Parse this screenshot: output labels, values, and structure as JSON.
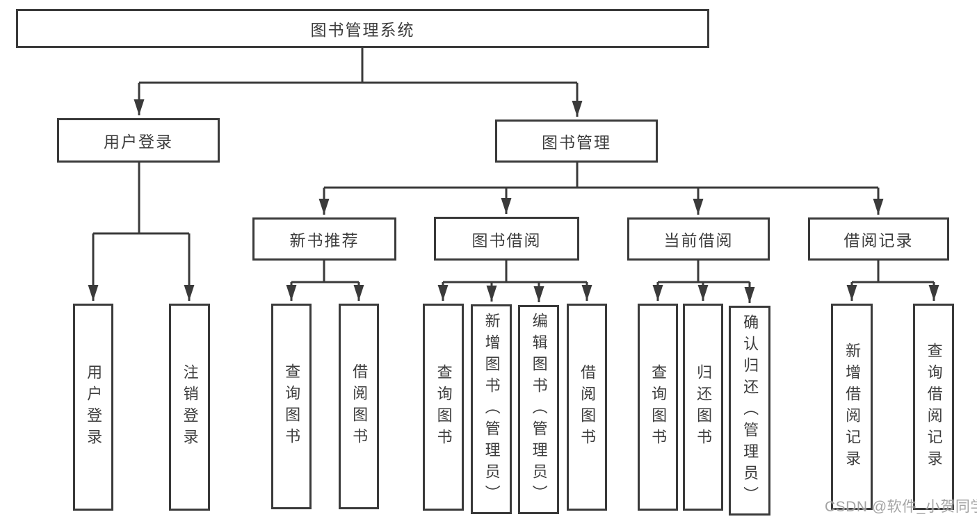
{
  "diagram_type": "hierarchy-tree",
  "colors": {
    "line": "#3a3a3a",
    "box_border": "#3a3a3a",
    "text": "#3d3d3d",
    "background": "#ffffff",
    "watermark": "#949494"
  },
  "tree": {
    "label": "图书管理系统",
    "children": [
      {
        "label": "用户登录",
        "children": [
          {
            "label": "用户登录"
          },
          {
            "label": "注销登录"
          }
        ]
      },
      {
        "label": "图书管理",
        "children": [
          {
            "label": "新书推荐",
            "children": [
              {
                "label": "查询图书"
              },
              {
                "label": "借阅图书"
              }
            ]
          },
          {
            "label": "图书借阅",
            "children": [
              {
                "label": "查询图书"
              },
              {
                "label": "新增图书（管理员）"
              },
              {
                "label": "编辑图书（管理员）"
              },
              {
                "label": "借阅图书"
              }
            ]
          },
          {
            "label": "当前借阅",
            "children": [
              {
                "label": "查询图书"
              },
              {
                "label": "归还图书"
              },
              {
                "label": "确认归还（管理员）"
              }
            ]
          },
          {
            "label": "借阅记录",
            "children": [
              {
                "label": "新增借阅记录"
              },
              {
                "label": "查询借阅记录"
              }
            ]
          }
        ]
      }
    ]
  },
  "watermark": {
    "text": "CSDN @软件_小贺同学"
  }
}
